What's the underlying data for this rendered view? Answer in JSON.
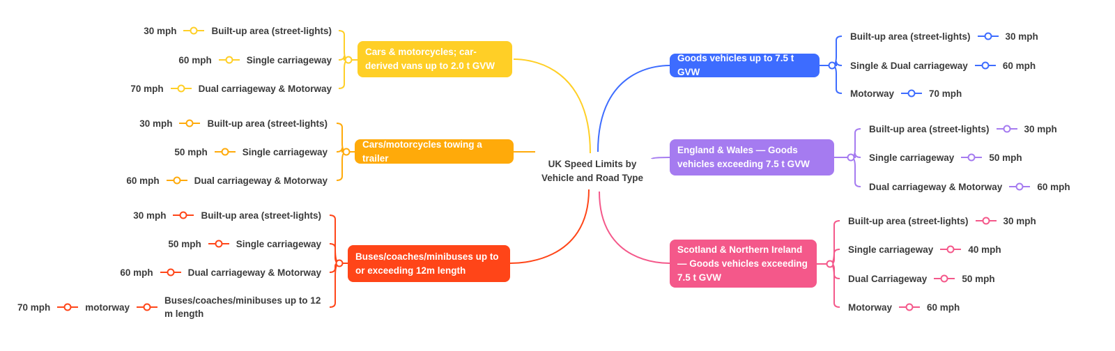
{
  "title": "UK Speed Limits by Vehicle and Road Type",
  "colors": {
    "yellow": "#FFCF26",
    "orange": "#FFAA0A",
    "red": "#FF4518",
    "blue": "#3D6CFF",
    "purple": "#A57BF0",
    "pink": "#F4588A",
    "text": "#3b3b3b"
  },
  "branches": [
    {
      "id": "cars",
      "label": "Cars & motorcycles; car-derived vans up to 2.0 t GVW",
      "color": "#FFCF26",
      "side": "left",
      "children": [
        [
          "30 mph",
          "Built-up area (street-lights)"
        ],
        [
          "60 mph",
          "Single carriageway"
        ],
        [
          "70 mph",
          "Dual carriageway & Motorway"
        ]
      ]
    },
    {
      "id": "towing",
      "label": "Cars/motorcycles towing a trailer",
      "color": "#FFAA0A",
      "side": "left",
      "children": [
        [
          "30 mph",
          "Built-up area (street-lights)"
        ],
        [
          "50 mph",
          "Single carriageway"
        ],
        [
          "60 mph",
          "Dual carriageway & Motorway"
        ]
      ]
    },
    {
      "id": "buses",
      "label": "Buses/coaches/minibuses up to or exceeding 12m length",
      "color": "#FF4518",
      "side": "left",
      "children": [
        [
          "30 mph",
          "Built-up area (street-lights)"
        ],
        [
          "50 mph",
          "Single carriageway"
        ],
        [
          "60 mph",
          "Dual carriageway & Motorway"
        ],
        [
          "70 mph",
          "motorway",
          "Buses/coaches/minibuses up to 12 m length"
        ]
      ]
    },
    {
      "id": "goods",
      "label": "Goods vehicles up to 7.5 t GVW",
      "color": "#3D6CFF",
      "side": "right",
      "children": [
        [
          "Built-up area (street-lights)",
          "30 mph"
        ],
        [
          "Single & Dual  carriageway",
          "60 mph"
        ],
        [
          "Motorway",
          "70 mph"
        ]
      ]
    },
    {
      "id": "england",
      "label": "England & Wales — Goods vehicles exceeding 7.5 t GVW",
      "color": "#A57BF0",
      "side": "right",
      "children": [
        [
          "Built-up area (street-lights)",
          "30 mph"
        ],
        [
          "Single carriageway",
          "50 mph"
        ],
        [
          "Dual carriageway & Motorway",
          "60 mph"
        ]
      ]
    },
    {
      "id": "scotland",
      "label": "Scotland & Northern Ireland — Goods vehicles exceeding 7.5 t GVW",
      "color": "#F4588A",
      "side": "right",
      "children": [
        [
          "Built-up area (street-lights)",
          "30 mph"
        ],
        [
          "Single carriageway",
          "40 mph"
        ],
        [
          "Dual Carriageway",
          "50 mph"
        ],
        [
          "Motorway",
          "60 mph"
        ]
      ]
    }
  ]
}
